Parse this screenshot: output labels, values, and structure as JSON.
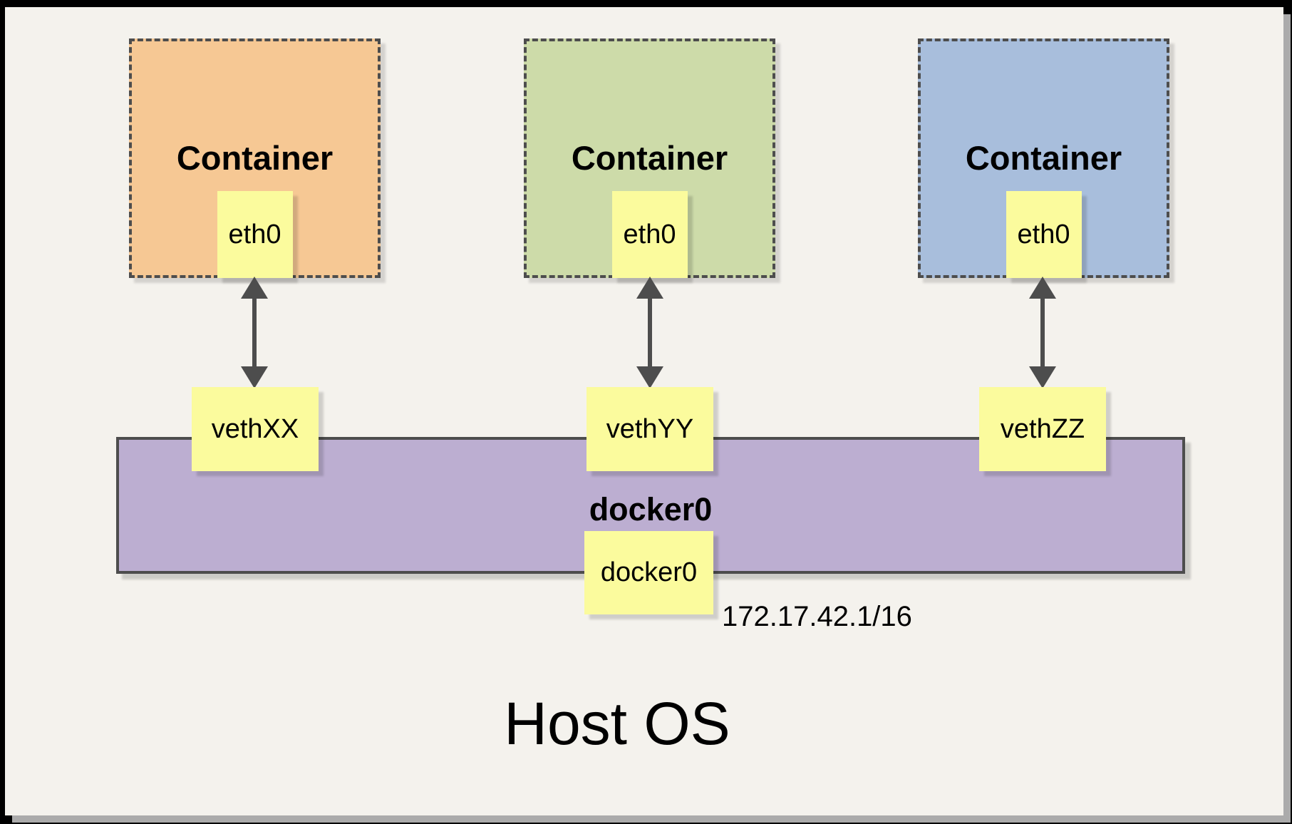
{
  "diagram": {
    "containers": [
      {
        "label": "Container",
        "interface": "eth0",
        "color": "#f6c894"
      },
      {
        "label": "Container",
        "interface": "eth0",
        "color": "#cddba9"
      },
      {
        "label": "Container",
        "interface": "eth0",
        "color": "#a8bedc"
      }
    ],
    "veth_endpoints": [
      {
        "label": "vethXX"
      },
      {
        "label": "vethYY"
      },
      {
        "label": "vethZZ"
      }
    ],
    "bridge": {
      "label": "docker0",
      "interface": "docker0",
      "ip": "172.17.42.1/16",
      "color": "#bcaed1"
    },
    "host": {
      "label": "Host OS"
    },
    "colors": {
      "background": "#f4f2ed",
      "note_yellow": "#fbfb9d",
      "line_gray": "#4d4d4d",
      "frame_black": "#000000"
    }
  }
}
